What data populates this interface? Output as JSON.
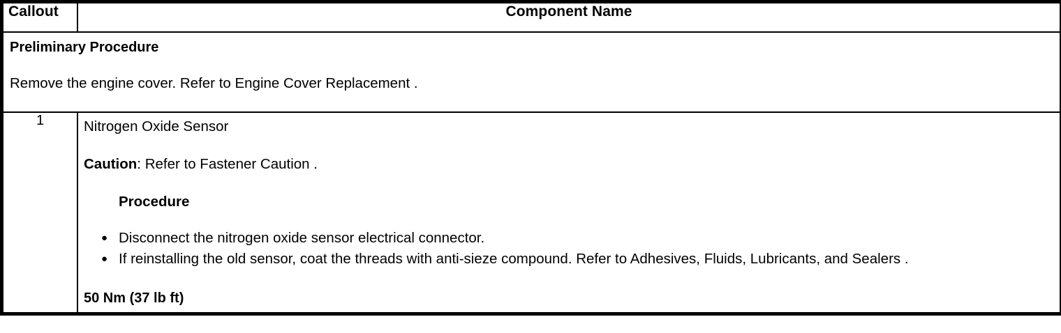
{
  "table": {
    "columns": [
      {
        "key": "callout",
        "header": "Callout"
      },
      {
        "key": "component_name",
        "header": "Component Name"
      }
    ],
    "preliminary": {
      "title": "Preliminary Procedure",
      "text": "Remove the engine cover. Refer to Engine Cover Replacement ."
    },
    "rows": [
      {
        "callout": "1",
        "component_name": "Nitrogen Oxide Sensor",
        "caution_label": "Caution",
        "caution_text": ": Refer to Fastener Caution .",
        "procedure_heading": "Procedure",
        "bullet_marker": "●",
        "steps": [
          "Disconnect the nitrogen oxide sensor electrical connector.",
          "If reinstalling the old sensor, coat the threads with anti-sieze compound. Refer to Adhesives, Fluids, Lubricants, and Sealers ."
        ],
        "torque": "50 Nm (37 lb ft)"
      }
    ]
  },
  "colors": {
    "border": "#000000",
    "text": "#000000",
    "background": "#ffffff"
  }
}
